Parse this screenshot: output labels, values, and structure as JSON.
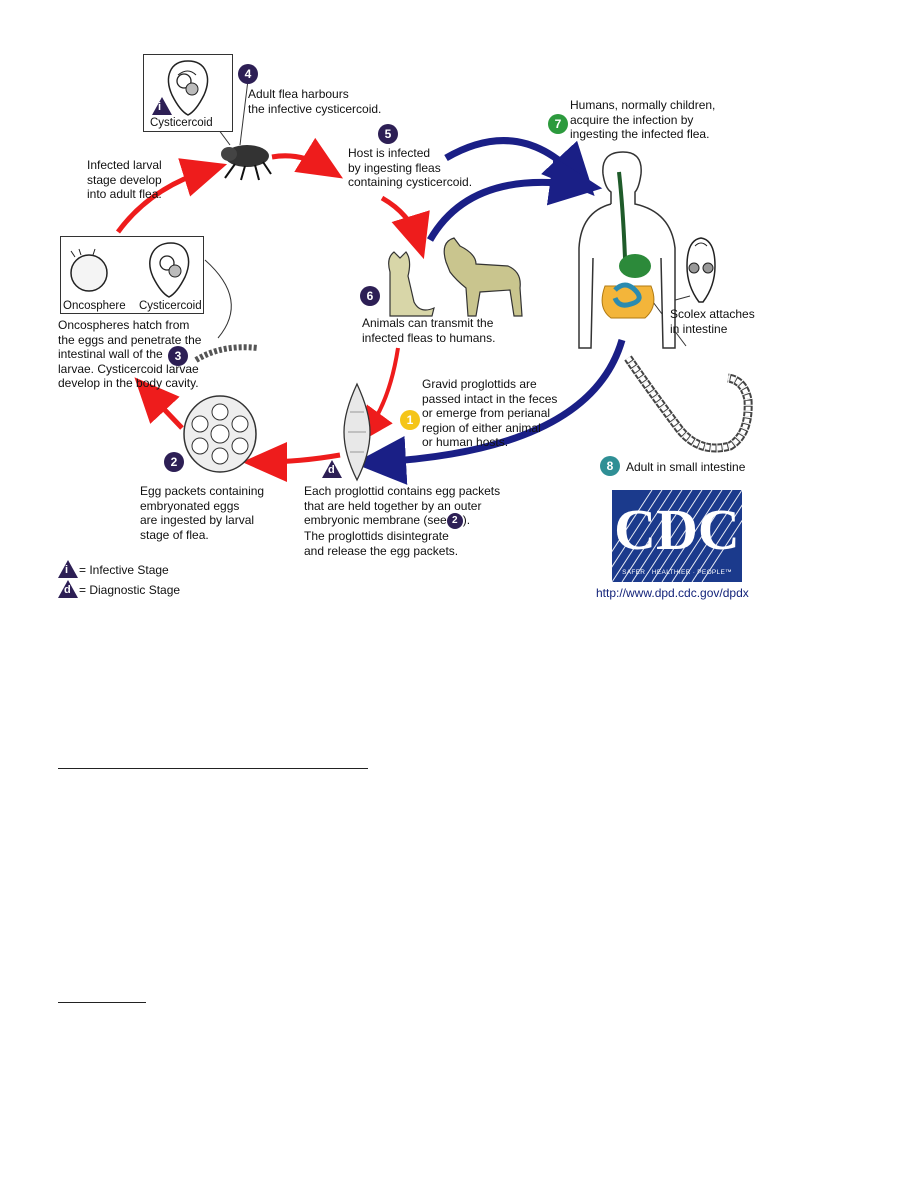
{
  "diagram": {
    "steps": {
      "s1": {
        "num": "1",
        "text": "Gravid proglottids are\npassed intact in the feces\nor emerge from perianal\nregion of either animal\nor human hosts."
      },
      "s2": {
        "num": "2",
        "text": "Egg packets containing\nembryonated eggs\nare ingested by larval\nstage of flea."
      },
      "s3": {
        "num": "3",
        "text": "Oncospheres hatch from\nthe eggs and penetrate the\nintestinal wall of the\nlarvae. Cysticercoid larvae\ndevelop in the body cavity."
      },
      "s4": {
        "num": "4",
        "text": "Adult flea harbours\nthe infective cysticercoid."
      },
      "s5": {
        "num": "5",
        "text": "Host is infected\nby ingesting fleas\ncontaining cysticercoid."
      },
      "s6": {
        "num": "6",
        "text": "Animals can transmit the\ninfected fleas to humans."
      },
      "s7": {
        "num": "7",
        "text": "Humans, normally children,\nacquire the infection by\ningesting the infected flea."
      },
      "s8": {
        "num": "8",
        "text": "Adult in small intestine"
      }
    },
    "larval_text": "Infected larval\nstage develop\ninto adult flea.",
    "proglottid_text": "Each proglottid contains egg packets\nthat are held together by an outer\nembryonic membrane (see",
    "proglottid_text_end": ").\nThe proglottids disintegrate\nand release the egg packets.",
    "see_ref": "2",
    "scolex_text": "Scolex attaches\nin intestine",
    "cysticercoid_label": "Cysticercoid",
    "oncosphere_label": "Oncosphere",
    "cysticercoid_label2": "Cysticercoid",
    "stage_i": "i",
    "stage_d": "d",
    "legend": {
      "infective_symbol": "i",
      "infective": "= Infective Stage",
      "diagnostic_symbol": "d",
      "diagnostic": "= Diagnostic Stage"
    },
    "logo": {
      "text": "CDC",
      "tagline": "SAFER · HEALTHIER · PEOPLE™",
      "url": "http://www.dpd.cdc.gov/dpdx"
    },
    "colors": {
      "red_arrow": "#ee1c1c",
      "blue_arrow": "#1a1f86",
      "navy_badge": "#2d1f55",
      "cdc_blue": "#1b3a8c"
    }
  }
}
